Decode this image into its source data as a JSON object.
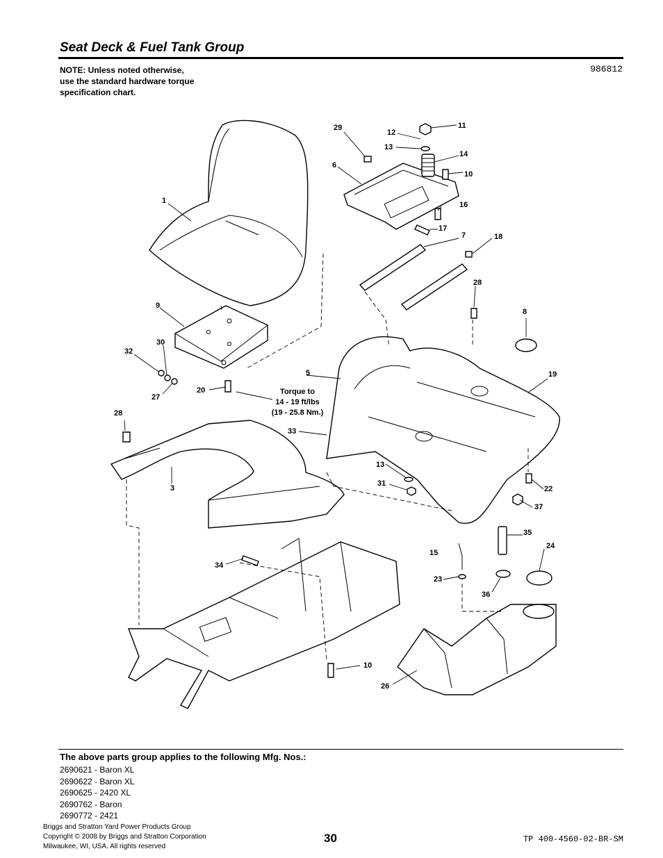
{
  "header": {
    "title": "Seat Deck & Fuel Tank Group",
    "note_lines": [
      "NOTE: Unless noted otherwise,",
      "use the standard hardware torque",
      "specification chart."
    ],
    "figure_number": "986812"
  },
  "diagram": {
    "callouts": [
      "1",
      "3",
      "5",
      "6",
      "7",
      "8",
      "9",
      "10",
      "10",
      "11",
      "12",
      "13",
      "13",
      "14",
      "15",
      "16",
      "17",
      "18",
      "19",
      "20",
      "22",
      "23",
      "24",
      "26",
      "27",
      "28",
      "28",
      "29",
      "30",
      "31",
      "32",
      "33",
      "34",
      "35",
      "36",
      "37"
    ],
    "torque_note": [
      "Torque to",
      "14 - 19 ft/lbs",
      "(19 - 25.8 Nm.)"
    ]
  },
  "applies": {
    "heading": "The above parts group applies to the following Mfg. Nos.:",
    "items": [
      "2690621 - Baron XL",
      "2690622 - Baron XL",
      "2690625 - 2420 XL",
      "2690762 - Baron",
      "2690772 - 2421"
    ]
  },
  "footer": {
    "left_lines": [
      "Briggs and Stratton Yard Power Products Group",
      "Copyright ©  2008 by Briggs and Stratton Corporation",
      "Milwaukee, WI, USA. All rights reserved"
    ],
    "page_number": "30",
    "doc_code": "TP 400-4560-02-BR-SM"
  }
}
